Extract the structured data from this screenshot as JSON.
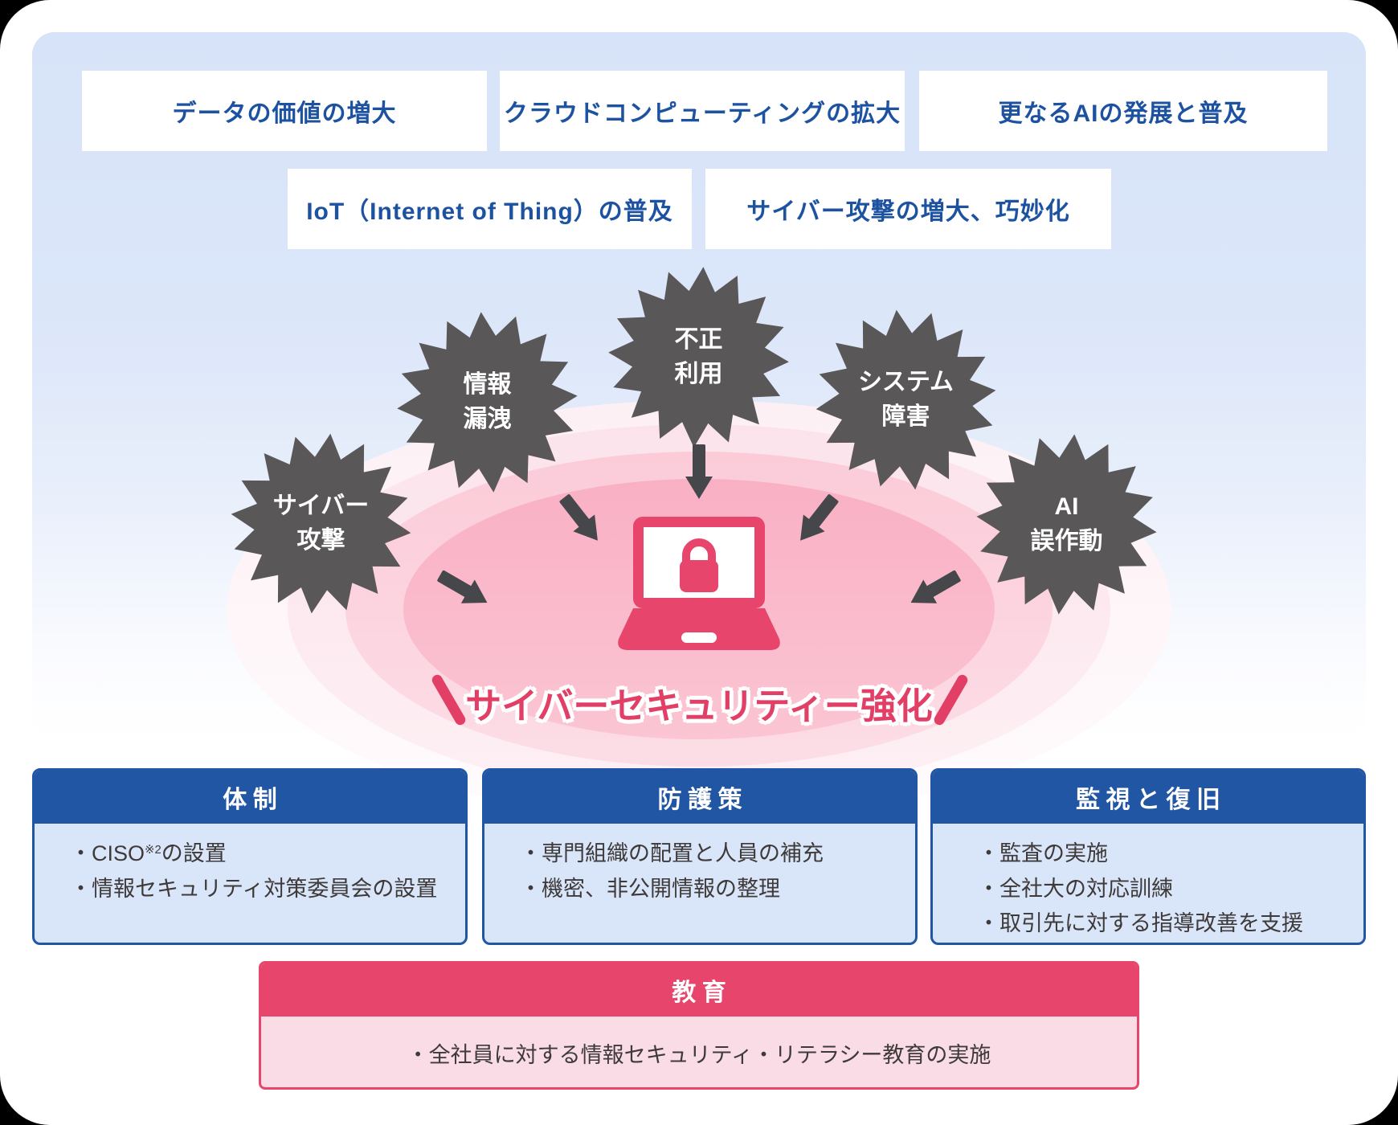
{
  "colors": {
    "accent_blue": "#2156a5",
    "accent_pink": "#e7456c",
    "deep_pink": "#e23f67",
    "navy_text": "#1d52a0",
    "burst_gray": "#5a5758",
    "arrow_gray": "#45474a",
    "panel_blue": "#d7e3f8",
    "light_blue_bg": "#d9e5f8",
    "light_pink_bg": "#fadce6",
    "body_text": "#3e3a39"
  },
  "environment_factors": {
    "row1": [
      "データの価値の増大",
      "クラウドコンピューティングの拡大",
      "更なるAIの発展と普及"
    ],
    "row2": [
      "IoT（Internet of Thing）の普及",
      "サイバー攻撃の増大、巧妙化"
    ]
  },
  "threats": [
    {
      "line1": "サイバー",
      "line2": "攻撃"
    },
    {
      "line1": "情報",
      "line2": "漏洩"
    },
    {
      "line1": "不正",
      "line2": "利用"
    },
    {
      "line1": "システム",
      "line2": "障害"
    },
    {
      "line1": "AI",
      "line2": "誤作動"
    }
  ],
  "core": {
    "catchcopy": "サイバーセキュリティー強化",
    "laptop_icon": "laptop-with-lock"
  },
  "measure_boxes": [
    {
      "title": "体制",
      "bullet1": {
        "pre": "・CISO",
        "sup": "※2",
        "post": "の設置"
      },
      "bullet2": "・情報セキュリティ対策委員会の設置"
    },
    {
      "title": "防護策",
      "bullet1": "・専門組織の配置と人員の補充",
      "bullet2": "・機密、非公開情報の整理"
    },
    {
      "title": "監視と復旧",
      "bullet1": "・監査の実施",
      "bullet2": "・全社大の対応訓練",
      "bullet3": "・取引先に対する指導改善を支援"
    }
  ],
  "education_box": {
    "title": "教育",
    "bullet": "・全社員に対する情報セキュリティ・リテラシー教育の実施"
  }
}
